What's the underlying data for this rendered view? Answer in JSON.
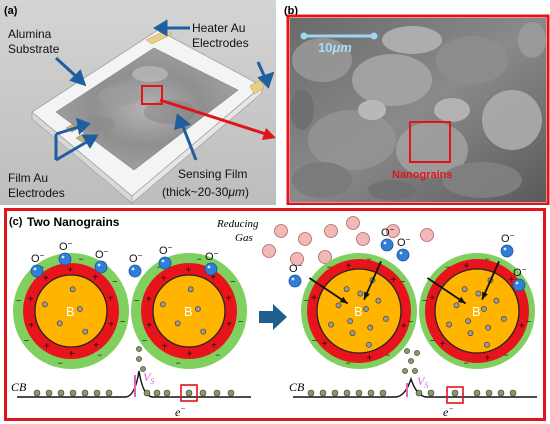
{
  "panel_a": {
    "label": "(a)",
    "alumina_substrate": [
      "Alumina",
      "Substrate"
    ],
    "heater_electrodes": [
      "Heater Au",
      "Electrodes"
    ],
    "film_electrodes": [
      "Film Au",
      "Electrodes"
    ],
    "sensing_film": "Sensing Film",
    "thickness_prefix": "(thick~20-30",
    "thickness_unit": "μm",
    "thickness_suffix": ")"
  },
  "panel_b": {
    "label": "(b)",
    "scale_value": "10",
    "scale_unit": "μm",
    "nanograins": "Nanograins"
  },
  "panel_c": {
    "label": "(c)",
    "title": "Two Nanograins",
    "reducing_gas": [
      "Reducing",
      "Gas"
    ],
    "oxygen_ion": "O",
    "superscript_minus": "−",
    "bulk": "B",
    "conduction_band": "CB",
    "barrier": "V",
    "barrier_sub": "S",
    "electron": "e",
    "colors": {
      "shell_outer": "#80d060",
      "depletion": "#e8141b",
      "bulk": "#ffb400",
      "gas_molecule": "#f2b8b8",
      "oxygen": "#2f7fd8",
      "barrier": "#e060c8",
      "arrow": "#1f5f8f"
    }
  }
}
